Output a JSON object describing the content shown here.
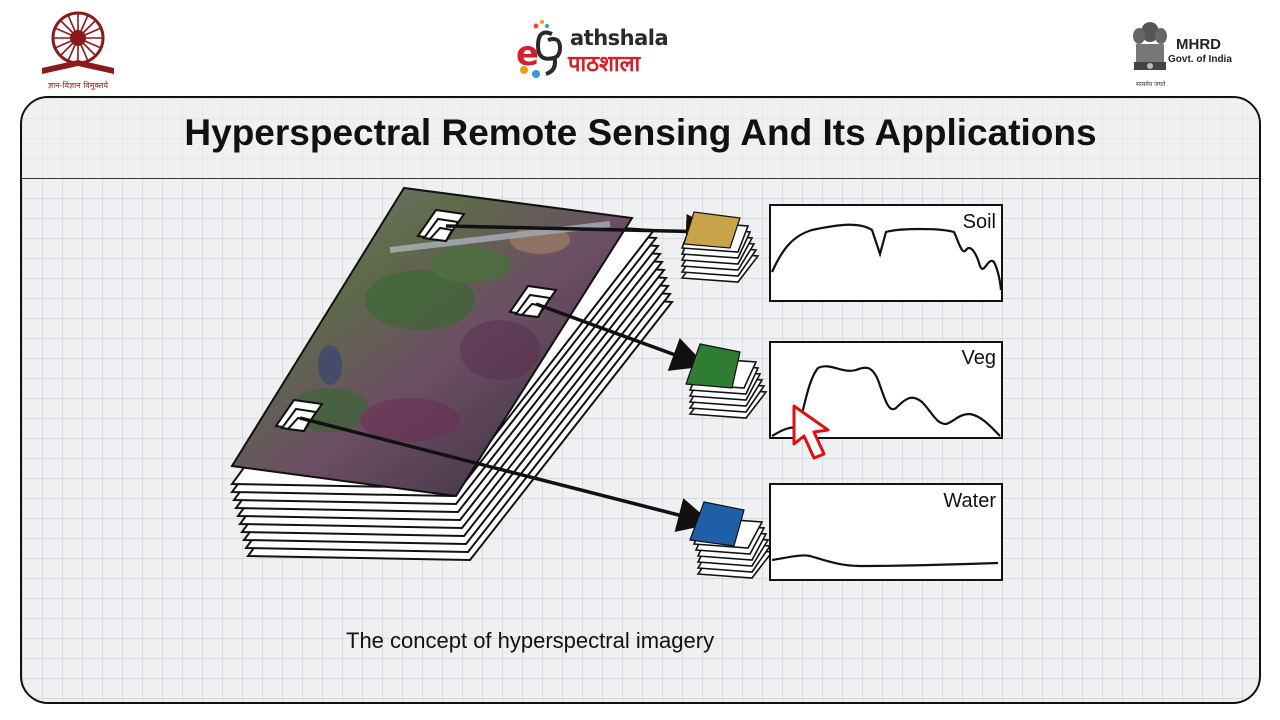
{
  "header": {
    "left_logo": {
      "tagline": "ज्ञान-विज्ञान विमुक्तये"
    },
    "center_logo": {
      "english": "athshala",
      "hindi": "पाठशाला",
      "prefix": "e"
    },
    "right_logo": {
      "name": "MHRD",
      "subtitle": "Govt. of India",
      "motto": "सत्यमेव जयते"
    }
  },
  "slide": {
    "title": "Hyperspectral Remote Sensing And Its Applications",
    "caption": "The concept of hyperspectral imagery"
  },
  "figure": {
    "spectra": [
      {
        "label": "Soil",
        "color": "#c9a24a"
      },
      {
        "label": "Veg",
        "color": "#2e7d32"
      },
      {
        "label": "Water",
        "color": "#1f5fa8"
      }
    ]
  },
  "colors": {
    "accent_red": "#d61f2a",
    "cursor_red": "#e01010"
  }
}
